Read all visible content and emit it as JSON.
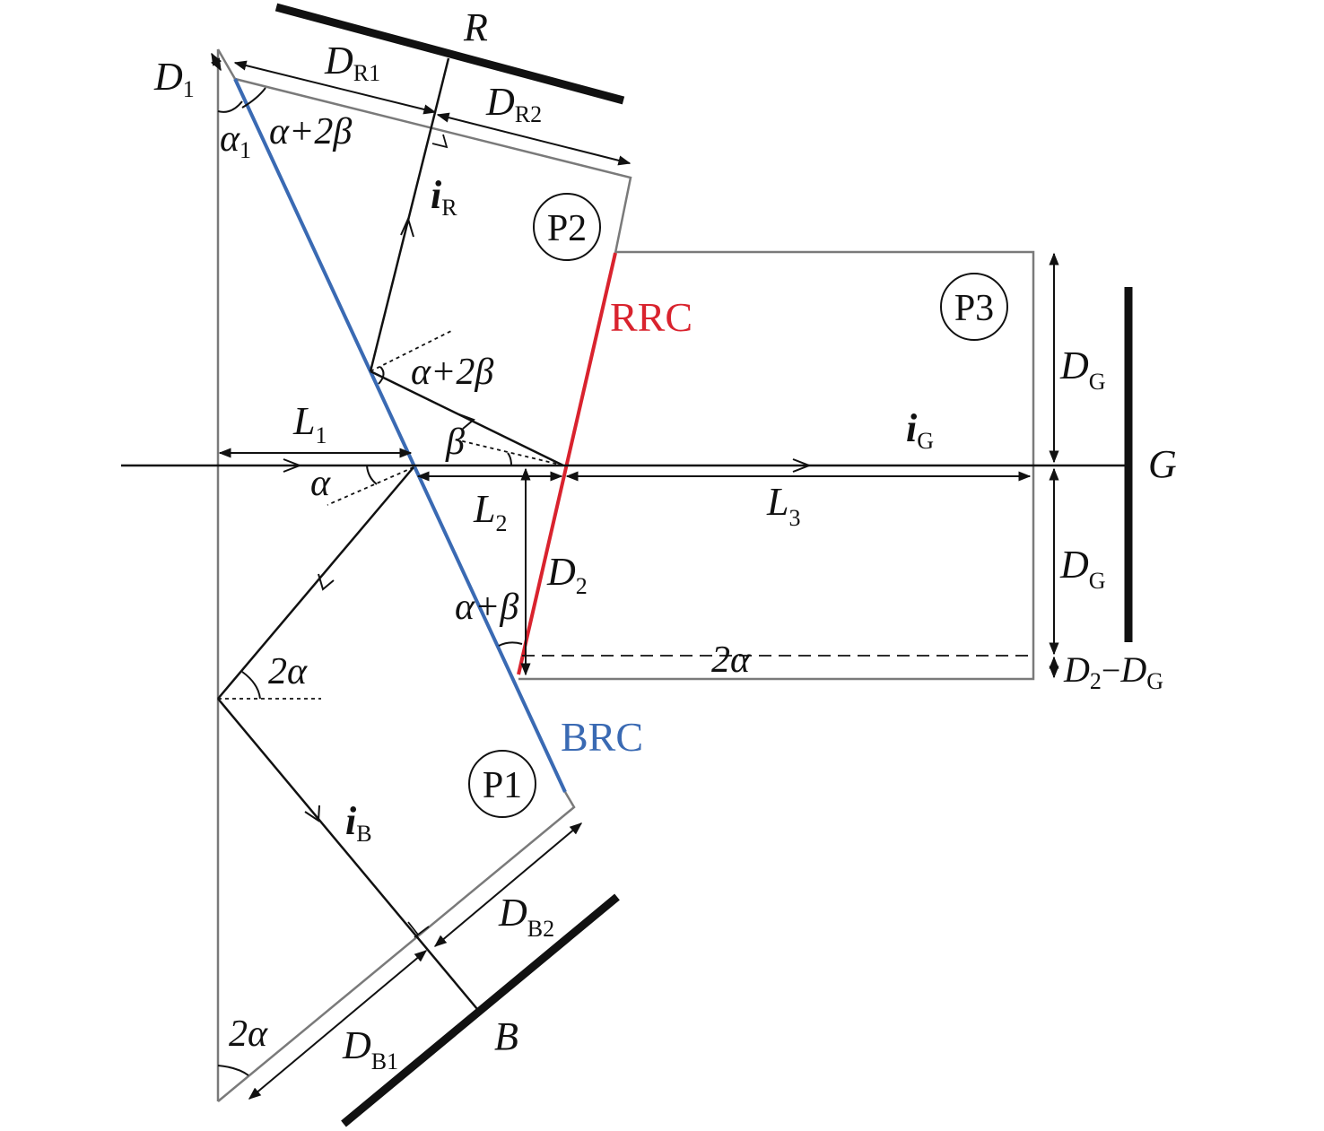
{
  "colors": {
    "rrc": "#d9232e",
    "brc": "#3a6ab3",
    "prism_outline": "#7a7a7a",
    "ray": "#111111",
    "detector": "#111111"
  },
  "prisms": {
    "p1": "P1",
    "p2": "P2",
    "p3": "P3"
  },
  "coatings": {
    "red": "RRC",
    "blue": "BRC"
  },
  "detectors": {
    "r": "R",
    "g": "G",
    "b": "B"
  },
  "beams": {
    "r": {
      "main": "i",
      "sub": "R"
    },
    "g": {
      "main": "i",
      "sub": "G"
    },
    "b": {
      "main": "i",
      "sub": "B"
    }
  },
  "dimensions": {
    "d1": {
      "main": "D",
      "sub": "1"
    },
    "dr1": {
      "main": "D",
      "sub": "R1"
    },
    "dr2": {
      "main": "D",
      "sub": "R2"
    },
    "l1": {
      "main": "L",
      "sub": "1"
    },
    "l2": {
      "main": "L",
      "sub": "2"
    },
    "l3": {
      "main": "L",
      "sub": "3"
    },
    "d2": {
      "main": "D",
      "sub": "2"
    },
    "dg_top": {
      "main": "D",
      "sub": "G"
    },
    "dg_bottom": {
      "main": "D",
      "sub": "G"
    },
    "d2_minus_dg": {
      "a": "D",
      "a_sub": "2",
      "op": "−",
      "b": "D",
      "b_sub": "G"
    },
    "db1": {
      "main": "D",
      "sub": "B1"
    },
    "db2": {
      "main": "D",
      "sub": "B2"
    }
  },
  "angles": {
    "alpha1": {
      "main": "α",
      "sub": "1"
    },
    "alpha_2beta_top": "α+2β",
    "alpha_2beta_mid": "α+2β",
    "beta": "β",
    "alpha": "α",
    "alpha_beta": "α+β",
    "two_alpha_mid": "2α",
    "two_alpha_dashed": "2α",
    "two_alpha_bottom": "2α"
  }
}
